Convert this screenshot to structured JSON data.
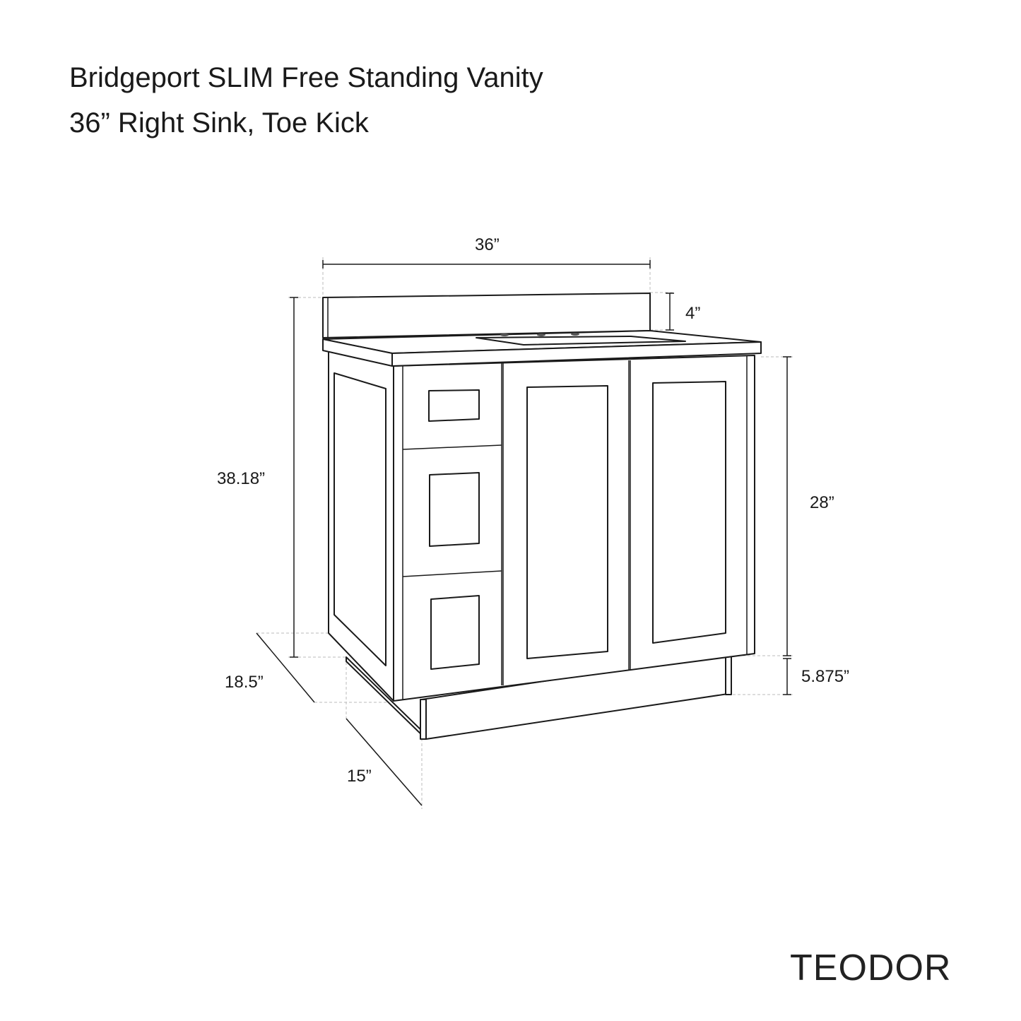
{
  "title": {
    "line1": "Bridgeport SLIM Free Standing Vanity",
    "line2": "36” Right Sink, Toe Kick"
  },
  "dimensions": {
    "width": "36”",
    "backsplash": "4”",
    "total_height": "38.18”",
    "cabinet_height": "28”",
    "toe_kick": "5.875”",
    "depth": "18.5”",
    "cabinet_depth": "15”"
  },
  "brand": "TEODOR"
}
